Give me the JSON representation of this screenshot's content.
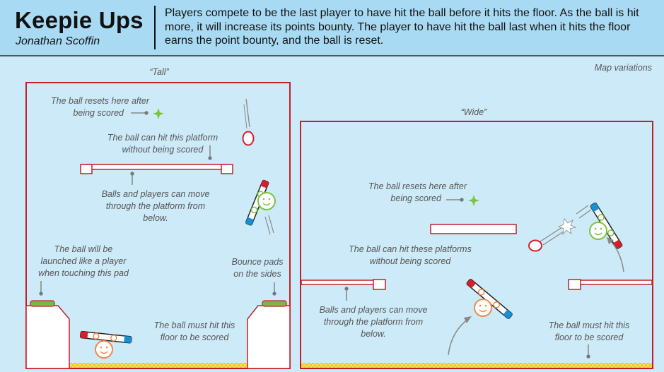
{
  "header": {
    "title": "Keepie Ups",
    "author": "Jonathan Scoffin",
    "description": "Players compete to be the last player to have hit the ball before it hits the floor. As the ball is hit more, it will increase its points bounty. The player to have hit the ball last when it hits the floor earns the point bounty, and the ball is reset."
  },
  "map_variations_label": "Map variations",
  "tall_map": {
    "label": "“Tall”",
    "annotations": {
      "ball_reset": [
        "The ball resets here after",
        "being scored"
      ],
      "platform_hit": [
        "The ball can hit this platform",
        "without being scored"
      ],
      "move_through": [
        "Balls and players can move",
        "through the platform from",
        "below."
      ],
      "launch_pad": [
        "The ball will be",
        "launched like a player",
        "when touching this pad"
      ],
      "bounce_pads": [
        "Bounce pads",
        "on the sides"
      ],
      "floor_scored": [
        "The ball must hit this",
        "floor to be scored"
      ]
    }
  },
  "wide_map": {
    "label": "“Wide”",
    "annotations": {
      "ball_reset": [
        "The ball resets here after",
        "being scored"
      ],
      "platforms_hit": [
        "The ball can hit these platforms",
        "without being scored"
      ],
      "move_through": [
        "Balls and players can move",
        "through the platform from",
        "below."
      ],
      "floor_scored": [
        "The ball must hit this",
        "floor to be scored"
      ]
    }
  },
  "colors": {
    "header_bg": "#a9daf3",
    "page_bg": "#cdeaf8",
    "frame_red": "#c0202a",
    "player_green": "#7dc242",
    "player_orange": "#f08a4b",
    "reset_star": "#7dc242",
    "floor_yellow": "#f3c623",
    "pad_green": "#7ab648"
  },
  "icons": [
    "sparkle-star-icon",
    "smiley-player-icon",
    "ball-icon",
    "paddle-icon",
    "impact-burst-icon"
  ]
}
